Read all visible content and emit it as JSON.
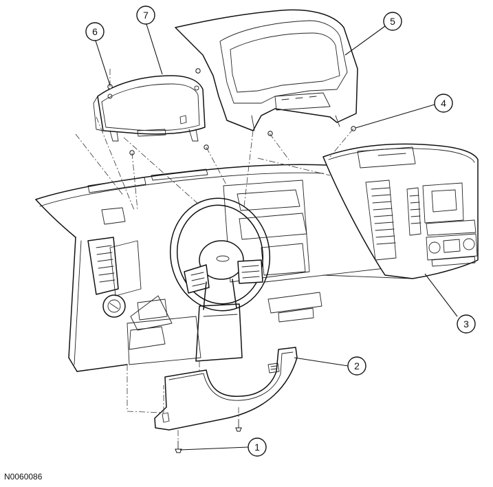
{
  "figure": {
    "reference_code": "N0060086",
    "callouts": [
      {
        "id": "callout-1",
        "label": "1"
      },
      {
        "id": "callout-2",
        "label": "2"
      },
      {
        "id": "callout-3",
        "label": "3"
      },
      {
        "id": "callout-4",
        "label": "4"
      },
      {
        "id": "callout-5",
        "label": "5"
      },
      {
        "id": "callout-6",
        "label": "6"
      },
      {
        "id": "callout-7",
        "label": "7"
      }
    ]
  }
}
